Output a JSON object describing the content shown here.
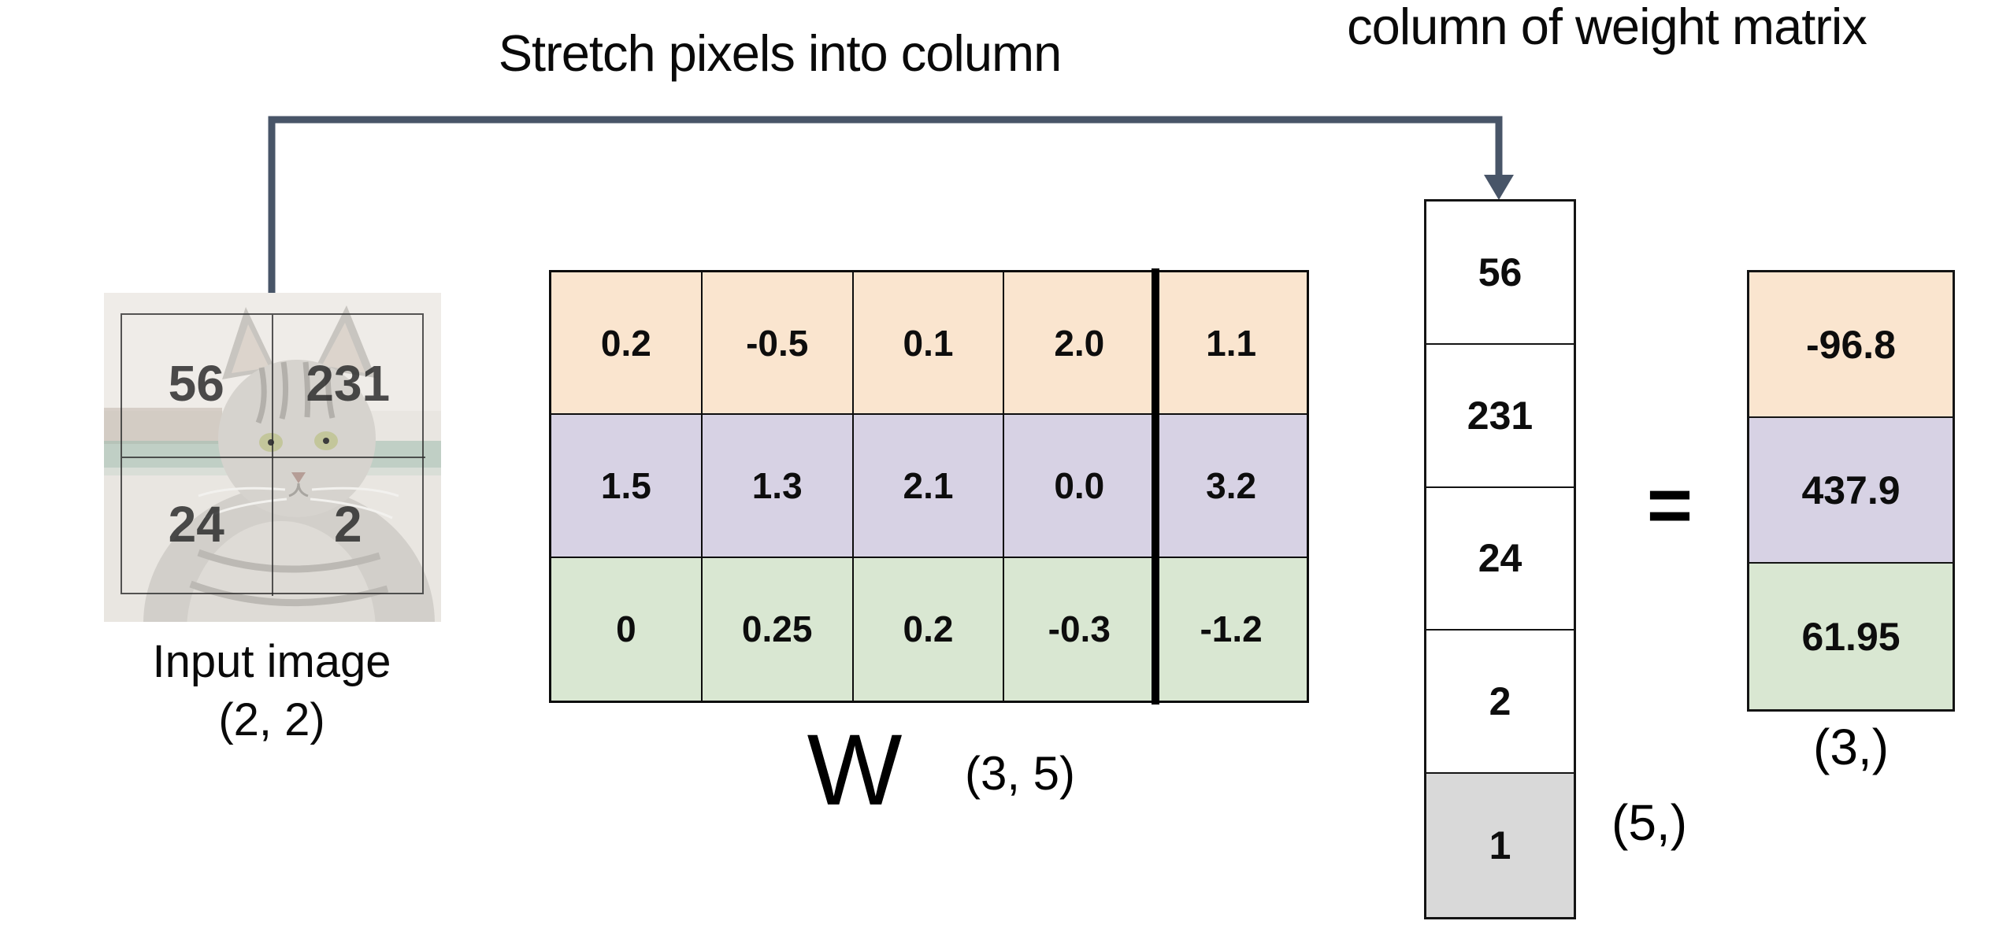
{
  "colors": {
    "peach": "#FAE5CF",
    "lavender": "#D7D2E4",
    "green": "#D9E7D2",
    "gray_cell": "#D9D9D9",
    "connector": "#485568",
    "border": "#0d0d0d"
  },
  "annotations": {
    "stretch_label": "Stretch pixels into column",
    "weight_column_label": "column of weight matrix",
    "equals": "="
  },
  "input_image": {
    "caption_line1": "Input image",
    "caption_line2": "(2, 2)",
    "pixels": [
      {
        "v": "56"
      },
      {
        "v": "231"
      },
      {
        "v": "24"
      },
      {
        "v": "2"
      }
    ]
  },
  "weight_matrix": {
    "label": "W",
    "shape": "(3, 5)",
    "cells": [
      {
        "v": "0.2",
        "c": "#FAE5CF"
      },
      {
        "v": "-0.5",
        "c": "#FAE5CF"
      },
      {
        "v": "0.1",
        "c": "#FAE5CF"
      },
      {
        "v": "2.0",
        "c": "#FAE5CF"
      },
      {
        "v": "1.1",
        "c": "#FAE5CF"
      },
      {
        "v": "1.5",
        "c": "#D7D2E4"
      },
      {
        "v": "1.3",
        "c": "#D7D2E4"
      },
      {
        "v": "2.1",
        "c": "#D7D2E4"
      },
      {
        "v": "0.0",
        "c": "#D7D2E4"
      },
      {
        "v": "3.2",
        "c": "#D7D2E4"
      },
      {
        "v": "0",
        "c": "#D9E7D2"
      },
      {
        "v": "0.25",
        "c": "#D9E7D2"
      },
      {
        "v": "0.2",
        "c": "#D9E7D2"
      },
      {
        "v": "-0.3",
        "c": "#D9E7D2"
      },
      {
        "v": "-1.2",
        "c": "#D9E7D2"
      }
    ]
  },
  "input_column": {
    "shape": "(5,)",
    "cells": [
      {
        "v": "56",
        "c": "#FFFFFF"
      },
      {
        "v": "231",
        "c": "#FFFFFF"
      },
      {
        "v": "24",
        "c": "#FFFFFF"
      },
      {
        "v": "2",
        "c": "#FFFFFF"
      },
      {
        "v": "1",
        "c": "#D9D9D9"
      }
    ]
  },
  "result_column": {
    "shape": "(3,)",
    "cells": [
      {
        "v": "-96.8",
        "c": "#FAE5CF"
      },
      {
        "v": "437.9",
        "c": "#D7D2E4"
      },
      {
        "v": "61.95",
        "c": "#D9E7D2"
      }
    ]
  }
}
